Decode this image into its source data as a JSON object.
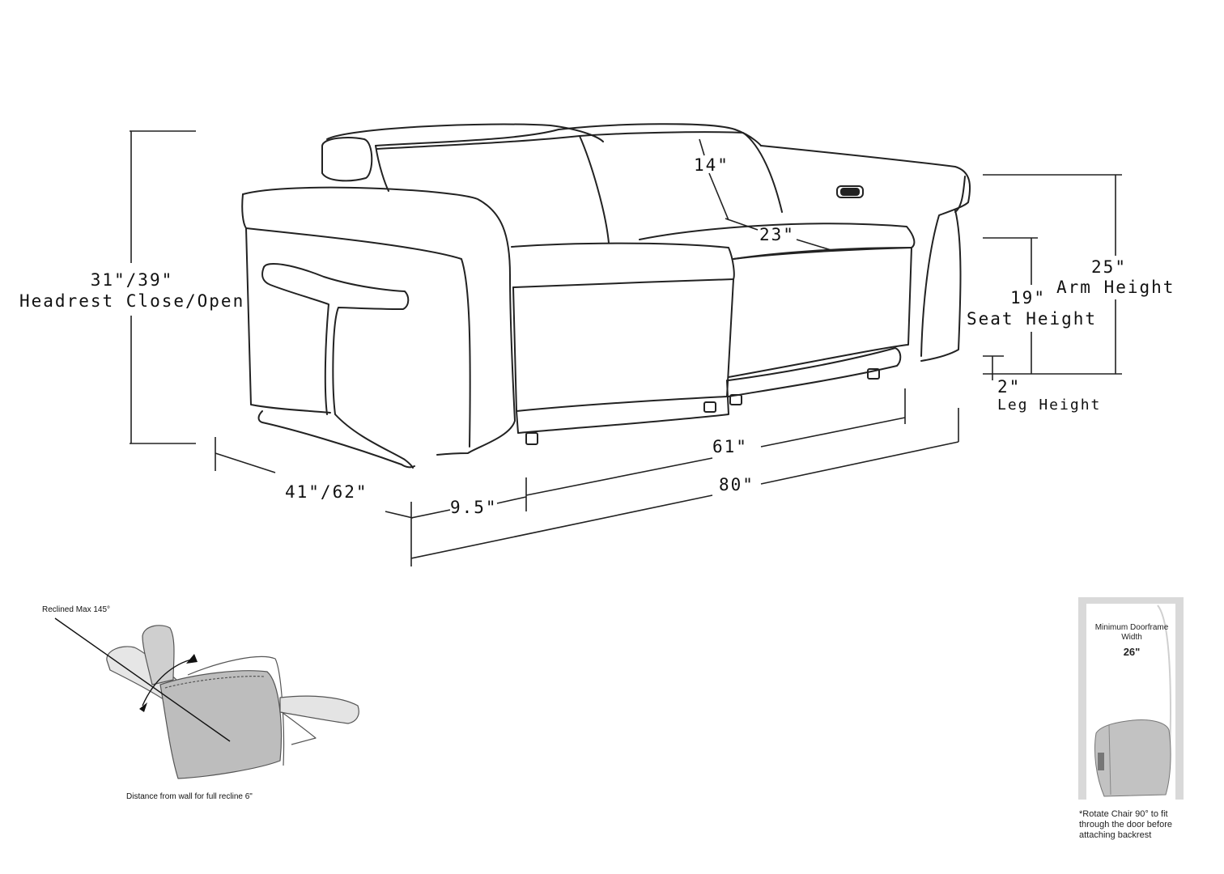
{
  "dimensions": {
    "headrest_height": "31\"/39\"",
    "headrest_height_label": "Headrest Close/Open",
    "seat_back_depth": "14\"",
    "seat_depth": "23\"",
    "arm_height": "25\"",
    "arm_height_label": "Arm Height",
    "seat_height": "19\"",
    "seat_height_label": "Seat Height",
    "leg_height": "2\"",
    "leg_height_label": "Leg Height",
    "depth": "41\"/62\"",
    "arm_width": "9.5\"",
    "seat_width": "61\"",
    "total_width": "80\""
  },
  "recline": {
    "max_angle_label": "Reclined Max 145°",
    "wall_distance_label": "Distance from wall for full recline 6\""
  },
  "doorframe": {
    "title": "Minimum Doorframe Width",
    "width": "26\"",
    "note": "*Rotate Chair 90° to fit through the door before attaching backrest"
  },
  "colors": {
    "line": "#222222",
    "chair_fill": "#bdbdbd",
    "door_frame": "#d9d9d9"
  }
}
